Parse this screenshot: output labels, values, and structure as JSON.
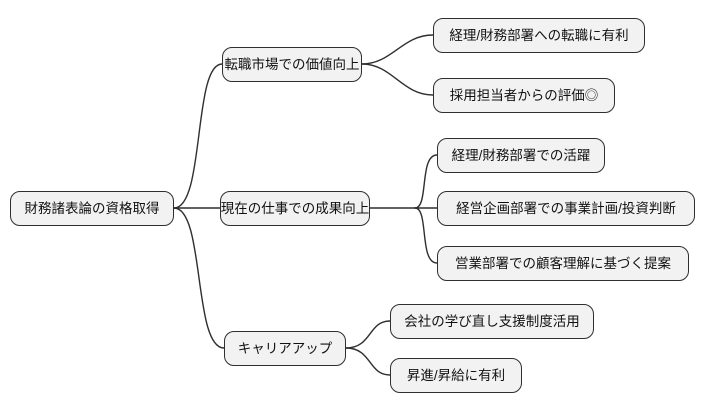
{
  "diagram": {
    "type": "mindmap",
    "orientation": "left-to-right",
    "colors": {
      "background": "#ffffff",
      "node_fill": "#f2f2f2",
      "node_border": "#2f2f2f",
      "connector": "#2f2f2f",
      "text": "#111111"
    },
    "root": {
      "label": "財務諸表論の資格取得"
    },
    "branches": [
      {
        "label": "転職市場での価値向上",
        "children": [
          {
            "label": "経理/財務部署への転職に有利"
          },
          {
            "label": "採用担当者からの評価◎"
          }
        ]
      },
      {
        "label": "現在の仕事での成果向上",
        "children": [
          {
            "label": "経理/財務部署での活躍"
          },
          {
            "label": "経営企画部署での事業計画/投資判断"
          },
          {
            "label": "営業部署での顧客理解に基づく提案"
          }
        ]
      },
      {
        "label": "キャリアアップ",
        "children": [
          {
            "label": "会社の学び直し支援制度活用"
          },
          {
            "label": "昇進/昇給に有利"
          }
        ]
      }
    ]
  }
}
